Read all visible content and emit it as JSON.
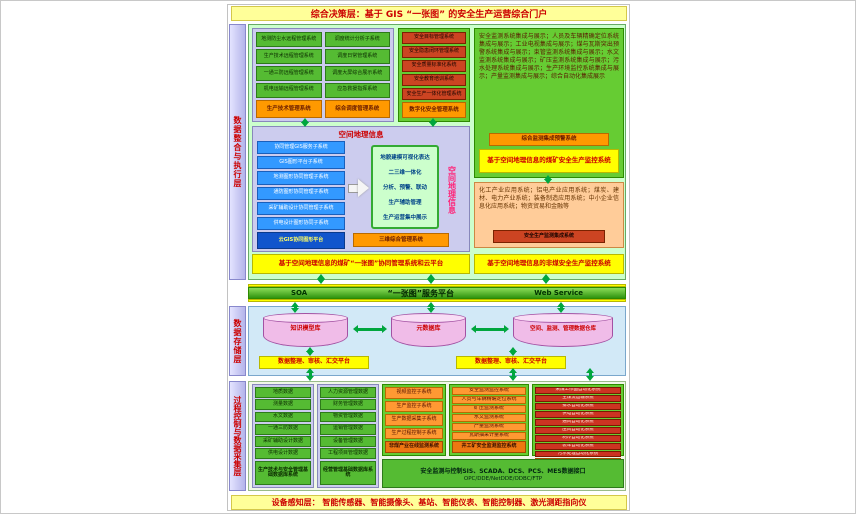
{
  "palette": {
    "panel_green": "#66cc33",
    "lavender": "#ccccee",
    "yellow": "#ffff00",
    "orange": "#ff9900",
    "brick_red": "#cc4422",
    "blue": "#3399ff",
    "arrow_green": "#00a63e",
    "banner_yellow": "#ffff99",
    "title_red": "#cc0000"
  },
  "banners": {
    "top": "综合决策层：基于 GIS “一张图” 的安全生产运营综合门户",
    "bottom": "设备感知层： 智能传感器、智能摄像头、基站、智能仪表、智能控制器、激光测距指向仪"
  },
  "side_labels": {
    "integration": "数据整合与执行层",
    "storage": "数据存储层",
    "process": "过程控制与数据采集层"
  },
  "layer1": {
    "dispatch_panel": {
      "col1_items": [
        "地测防尘水远程管理系统",
        "生产技术远程管理系统",
        "一通三防远程管理系统",
        "机电运输远程管理系统"
      ],
      "col1_summary": "生产技术管理系统",
      "col2_items": [
        "调度统计分析子系统",
        "调度日常管理系统",
        "调度大屏综合展示系统",
        "应急救援指挥系统"
      ],
      "col2_summary": "综合调度管理系统"
    },
    "safety_panel": {
      "items": [
        "安全目标管理系统",
        "安全隐患闭环管理系统",
        "安全质量标准化系统",
        "安全教育培训系统",
        "安全生产一体化管理系统"
      ],
      "summary": "数字化安全管理系统"
    },
    "monitoring_panel": {
      "text": "安全监测系统集成与展示；人员及车辆精确定位系统集成与展示；工业电视集成与展示；煤与瓦斯突出预警系统集成与展示；束管监测系统集成与展示；水文监测系统集成与展示；矿压监测系统集成与展示；污水处理系统集成与展示；生产环境监控系统集成与展示；产量监测集成与展示；综合自动化集成展示",
      "summary": "综合监测集成预警系统",
      "footer": "基于空间地理信息的煤矿安全生产监控系统"
    },
    "gis_panel": {
      "title": "空间地理信息",
      "blue_items": [
        "协同管理GIS服务子系统",
        "GIS图形平台子系统",
        "地测图形协同管理子系统",
        "通防图形协同管理子系统",
        "采矿辅助设计协同管理子系统",
        "供电设计图形协同子系统"
      ],
      "blue_footer": "云GIS协同图形平台",
      "capabilities": [
        "地貌建模可视化表达",
        "二三维一体化",
        "分析、预警、联动",
        "生产辅助管理",
        "生产运营集中展示"
      ],
      "vertical_label": "空间地理信息",
      "summary": "三维综合管理系统",
      "footer": "基于空间地理信息的煤矿“一张图”协同管理系统和云平台"
    },
    "noncoal_panel": {
      "text": "化工产业应用系统；铝电产业应用系统；煤炭、建材、电力产业系统；装备制造应用系统；中小企业信息化应用系统；物资贸易和金融等",
      "summary": "安全生产监测集成系统",
      "footer": "基于空间地理信息的非煤安全生产监控系统"
    }
  },
  "bus": {
    "left": "SOA",
    "center": "“一张图”服务平台",
    "right": "Web Service"
  },
  "storage": {
    "databases": [
      "知识模型库",
      "元数据库",
      "空间、监测、管理数据仓库"
    ],
    "platforms": [
      "数据整理、审核、汇交平台",
      "数据整理、审核、汇交平台"
    ]
  },
  "layer3": {
    "tech_panel": {
      "items": [
        "地质数据",
        "测量数据",
        "水文数据",
        "一通三防数据",
        "采矿辅助设计数据",
        "供电设计数据"
      ],
      "summary": "生产技术与安全管理基础数据库系统"
    },
    "mgmt_panel": {
      "items": [
        "人力资源管理数据",
        "财务管理数据",
        "物资管理数据",
        "运销管理数据",
        "设备管理数据",
        "工程项目管理数据"
      ],
      "summary": "经营管理基础数据库系统"
    },
    "noncoal_monitor_panel": {
      "items": [
        "视频监控子系统",
        "生产监控子系统",
        "生产数据采集子系统",
        "生产过程控制子系统"
      ],
      "summary": "非煤产业在线监测系统"
    },
    "mine_safety_panel": {
      "items": [
        "安全监测监控系统",
        "人员与车辆精确定位系统",
        "矿压监测系统",
        "水文监测系统",
        "产量监测系统",
        "瓦斯抽采计量系统"
      ],
      "summary": "井工矿安全监测监控系统"
    },
    "automation_panel": {
      "items": [
        "采煤工作面自动化系统",
        "主煤流运输系统",
        "排水自动化系统",
        "供电自动化系统",
        "通风自动化系统",
        "压风自动化系统",
        "制冷自动化系统",
        "装车自动化系统",
        "污水处理自动化系统"
      ],
      "summary": "井工矿过程自动化系统"
    },
    "interface_box": {
      "line1": "安全监测与控制SIS、SCADA、DCS、PCS、MES数据接口",
      "line2": "OPC/DDE/NetDDE/ODBC/FTP"
    }
  }
}
